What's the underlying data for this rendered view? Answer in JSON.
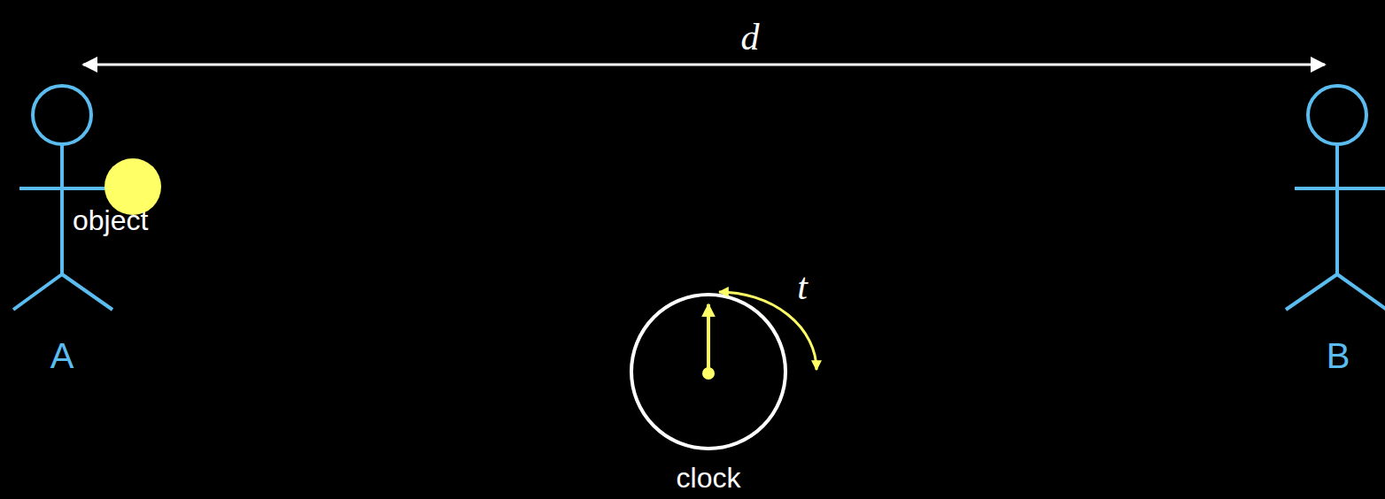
{
  "diagram": {
    "labels": [
      "d",
      "object",
      "A",
      "B",
      "t",
      "clock"
    ]
  }
}
